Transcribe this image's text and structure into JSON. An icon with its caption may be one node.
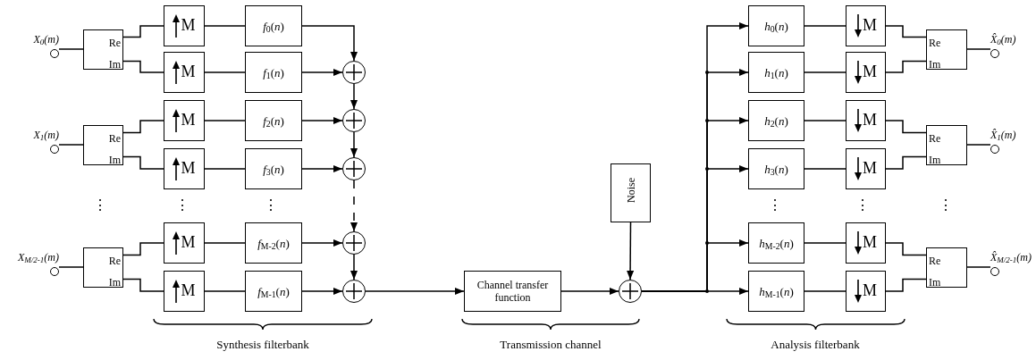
{
  "diagram": {
    "nodes": [
      {
        "text": [
          "*X*$_{0}$(*m*)"
        ]
      },
      {
        "text": [
          "Re",
          "Im"
        ]
      },
      {
        "text": [
          "M"
        ]
      },
      {
        "text": [
          "*f*$_{0}$(*n*)"
        ]
      },
      {
        "text": [
          "M"
        ]
      },
      {
        "text": [
          "*f*$_{1}$(*n*)"
        ]
      },
      {
        "text": [],
        "shape": "circle"
      },
      {
        "text": [
          "*X*$_{1}$(*m*)"
        ]
      },
      {
        "text": [
          "Re",
          "Im"
        ]
      },
      {
        "text": [
          "M"
        ]
      },
      {
        "text": [
          "*f*$_{2}$(*n*)"
        ]
      },
      {
        "text": [],
        "shape": "circle"
      },
      {
        "text": [
          "M"
        ]
      },
      {
        "text": [
          "*f*$_{3}$(*n*)"
        ]
      },
      {
        "text": [],
        "shape": "circle"
      },
      {
        "text": [
          "*X*$_{M/2-1}$(*m*)"
        ]
      },
      {
        "text": [
          "Re",
          "Im"
        ]
      },
      {
        "text": [
          "M"
        ]
      },
      {
        "text": [
          "*f*$_{M-2}$(*n*)"
        ]
      },
      {
        "text": [],
        "shape": "circle"
      },
      {
        "text": [
          "M"
        ]
      },
      {
        "text": [
          "*f*$_{M-1}$(*n*)"
        ]
      },
      {
        "text": [],
        "shape": "circle"
      },
      {
        "text": [
          "Channel transfer function"
        ]
      },
      {
        "text": [
          "Noise"
        ]
      },
      {
        "text": [],
        "shape": "circle"
      },
      {
        "text": [
          "*h*$_{0}$(*n*)"
        ]
      },
      {
        "text": [
          "M"
        ]
      },
      {
        "text": [
          "Re",
          "Im"
        ]
      },
      {
        "text": [
          "*X̂*$_{0}$(*m*)"
        ]
      },
      {
        "text": [
          "*h*$_{1}$(*n*)"
        ]
      },
      {
        "text": [
          "M"
        ]
      },
      {
        "text": [
          "*h*$_{2}$(*n*)"
        ]
      },
      {
        "text": [
          "M"
        ]
      },
      {
        "text": [
          "Re",
          "Im"
        ]
      },
      {
        "text": [
          "*X̂*$_{1}$(*m*)"
        ]
      },
      {
        "text": [
          "*h*$_{3}$(*n*)"
        ]
      },
      {
        "text": [
          "M"
        ]
      },
      {
        "text": [
          "*h*$_{M-2}$(*n*)"
        ]
      },
      {
        "text": [
          "M"
        ]
      },
      {
        "text": [
          "Re",
          "Im"
        ]
      },
      {
        "text": [
          "*X̂*$_{M/2-1}$(*m*)"
        ]
      },
      {
        "text": [
          "*h*$_{M-1}$(*n*)"
        ]
      },
      {
        "text": [
          "M"
        ]
      }
    ],
    "edges": [
      {
        "from": 0,
        "to": 1,
        "arrow": "none"
      },
      {
        "from": 1,
        "to": 2,
        "arrow": "none"
      },
      {
        "from": 1,
        "to": 4,
        "arrow": "none"
      },
      {
        "from": 2,
        "to": 3,
        "arrow": "none"
      },
      {
        "from": 4,
        "to": 5,
        "arrow": "none"
      },
      {
        "from": 3,
        "to": 6,
        "arrow": "to"
      },
      {
        "from": 5,
        "to": 6,
        "arrow": "to"
      },
      {
        "from": 7,
        "to": 8,
        "arrow": "none"
      },
      {
        "from": 8,
        "to": 9,
        "arrow": "none"
      },
      {
        "from": 8,
        "to": 12,
        "arrow": "none"
      },
      {
        "from": 9,
        "to": 10,
        "arrow": "none"
      },
      {
        "from": 12,
        "to": 13,
        "arrow": "none"
      },
      {
        "from": 6,
        "to": 11,
        "arrow": "to"
      },
      {
        "from": 10,
        "to": 11,
        "arrow": "to"
      },
      {
        "from": 11,
        "to": 14,
        "arrow": "to"
      },
      {
        "from": 13,
        "to": 14,
        "arrow": "to"
      },
      {
        "from": 14,
        "to": 19,
        "arrow": "to",
        "style": "dashed"
      },
      {
        "from": 15,
        "to": 16,
        "arrow": "none"
      },
      {
        "from": 16,
        "to": 17,
        "arrow": "none"
      },
      {
        "from": 16,
        "to": 20,
        "arrow": "none"
      },
      {
        "from": 17,
        "to": 18,
        "arrow": "none"
      },
      {
        "from": 20,
        "to": 21,
        "arrow": "none"
      },
      {
        "from": 18,
        "to": 19,
        "arrow": "to"
      },
      {
        "from": 19,
        "to": 22,
        "arrow": "to"
      },
      {
        "from": 21,
        "to": 22,
        "arrow": "to"
      },
      {
        "from": 22,
        "to": 23,
        "arrow": "to"
      },
      {
        "from": 23,
        "to": 25,
        "arrow": "to"
      },
      {
        "from": 24,
        "to": 25,
        "arrow": "to"
      },
      {
        "from": 25,
        "to": 26,
        "arrow": "to"
      },
      {
        "from": 25,
        "to": 30,
        "arrow": "to"
      },
      {
        "from": 25,
        "to": 32,
        "arrow": "to"
      },
      {
        "from": 25,
        "to": 36,
        "arrow": "to"
      },
      {
        "from": 25,
        "to": 38,
        "arrow": "to"
      },
      {
        "from": 25,
        "to": 42,
        "arrow": "to"
      },
      {
        "from": 26,
        "to": 27,
        "arrow": "none"
      },
      {
        "from": 30,
        "to": 31,
        "arrow": "none"
      },
      {
        "from": 32,
        "to": 33,
        "arrow": "none"
      },
      {
        "from": 36,
        "to": 37,
        "arrow": "none"
      },
      {
        "from": 38,
        "to": 39,
        "arrow": "none"
      },
      {
        "from": 42,
        "to": 43,
        "arrow": "none"
      },
      {
        "from": 27,
        "to": 28,
        "arrow": "none"
      },
      {
        "from": 31,
        "to": 28,
        "arrow": "none"
      },
      {
        "from": 33,
        "to": 34,
        "arrow": "none"
      },
      {
        "from": 37,
        "to": 34,
        "arrow": "none"
      },
      {
        "from": 39,
        "to": 40,
        "arrow": "none"
      },
      {
        "from": 43,
        "to": 40,
        "arrow": "none"
      },
      {
        "from": 28,
        "to": 29,
        "arrow": "none"
      },
      {
        "from": 34,
        "to": 35,
        "arrow": "none"
      },
      {
        "from": 40,
        "to": 41,
        "arrow": "none"
      }
    ],
    "labels": [
      "⋮",
      "⋮",
      "⋮",
      "⋮",
      "⋮",
      "⋮",
      "Synthesis filterbank",
      "Transmission channel",
      "Analysis filterbank"
    ]
  }
}
